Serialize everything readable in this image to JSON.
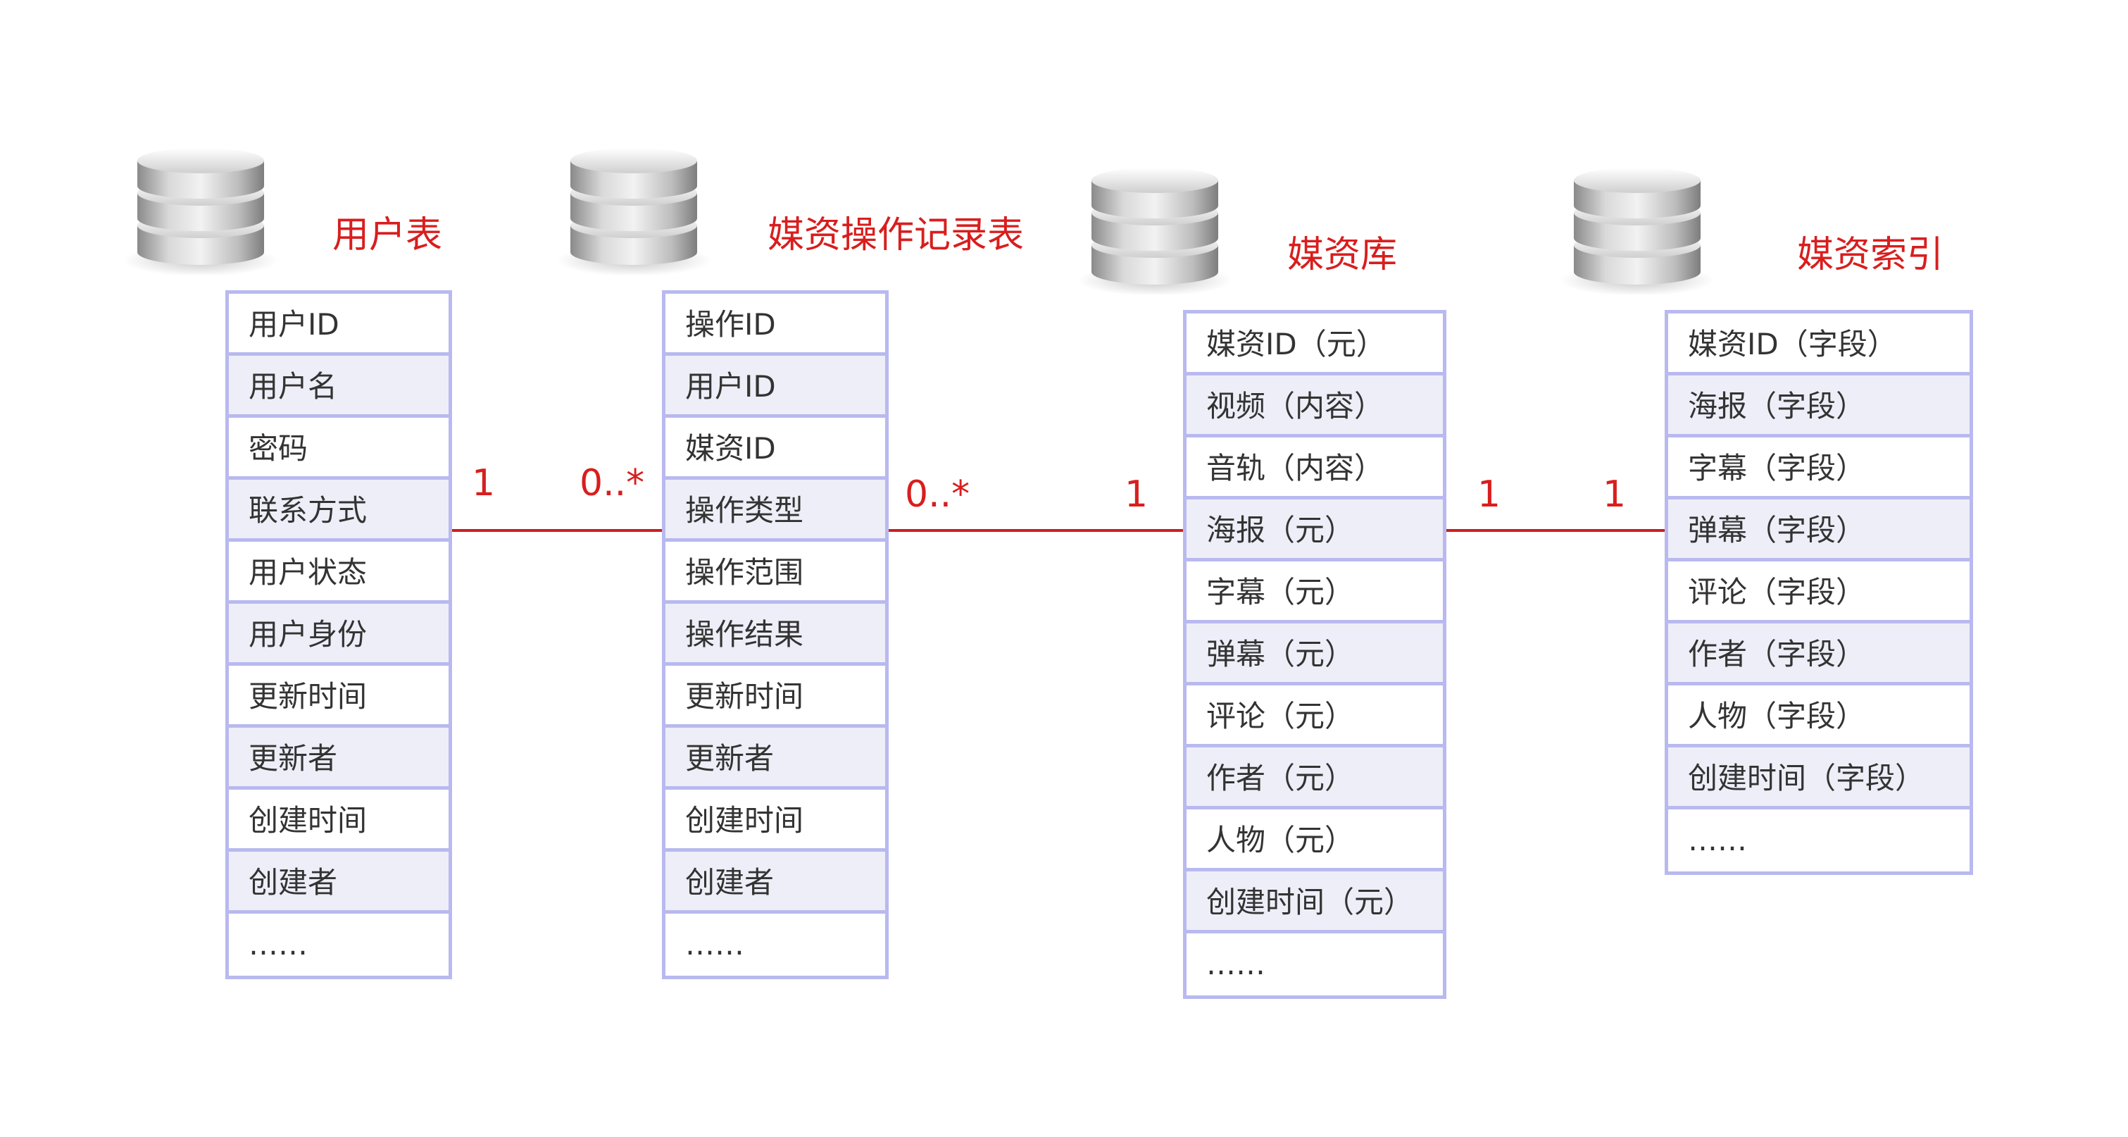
{
  "tables": [
    {
      "title": "用户表",
      "rows": [
        "用户ID",
        "用户名",
        "密码",
        "联系方式",
        "用户状态",
        "用户身份",
        "更新时间",
        "更新者",
        "创建时间",
        "创建者",
        "……"
      ]
    },
    {
      "title": "媒资操作记录表",
      "rows": [
        "操作ID",
        "用户ID",
        "媒资ID",
        "操作类型",
        "操作范围",
        "操作结果",
        "更新时间",
        "更新者",
        "创建时间",
        "创建者",
        "……"
      ]
    },
    {
      "title": "媒资库",
      "rows": [
        "媒资ID（元）",
        "视频（内容）",
        "音轨（内容）",
        "海报（元）",
        "字幕（元）",
        "弹幕（元）",
        "评论（元）",
        "作者（元）",
        "人物（元）",
        "创建时间（元）",
        "……"
      ]
    },
    {
      "title": "媒资索引",
      "rows": [
        "媒资ID（字段）",
        "海报（字段）",
        "字幕（字段）",
        "弹幕（字段）",
        "评论（字段）",
        "作者（字段）",
        "人物（字段）",
        "创建时间（字段）",
        "……"
      ]
    }
  ],
  "relations": [
    {
      "left": "1",
      "right": "0..*"
    },
    {
      "left": "0..*",
      "right": "1"
    },
    {
      "left": "1",
      "right": "1"
    }
  ],
  "icons": [
    "database-icon",
    "database-icon",
    "database-icon",
    "database-icon"
  ],
  "colors": {
    "accent": "#d81e1e",
    "border": "#b9b9f0",
    "alt_row": "#eeeef8"
  }
}
